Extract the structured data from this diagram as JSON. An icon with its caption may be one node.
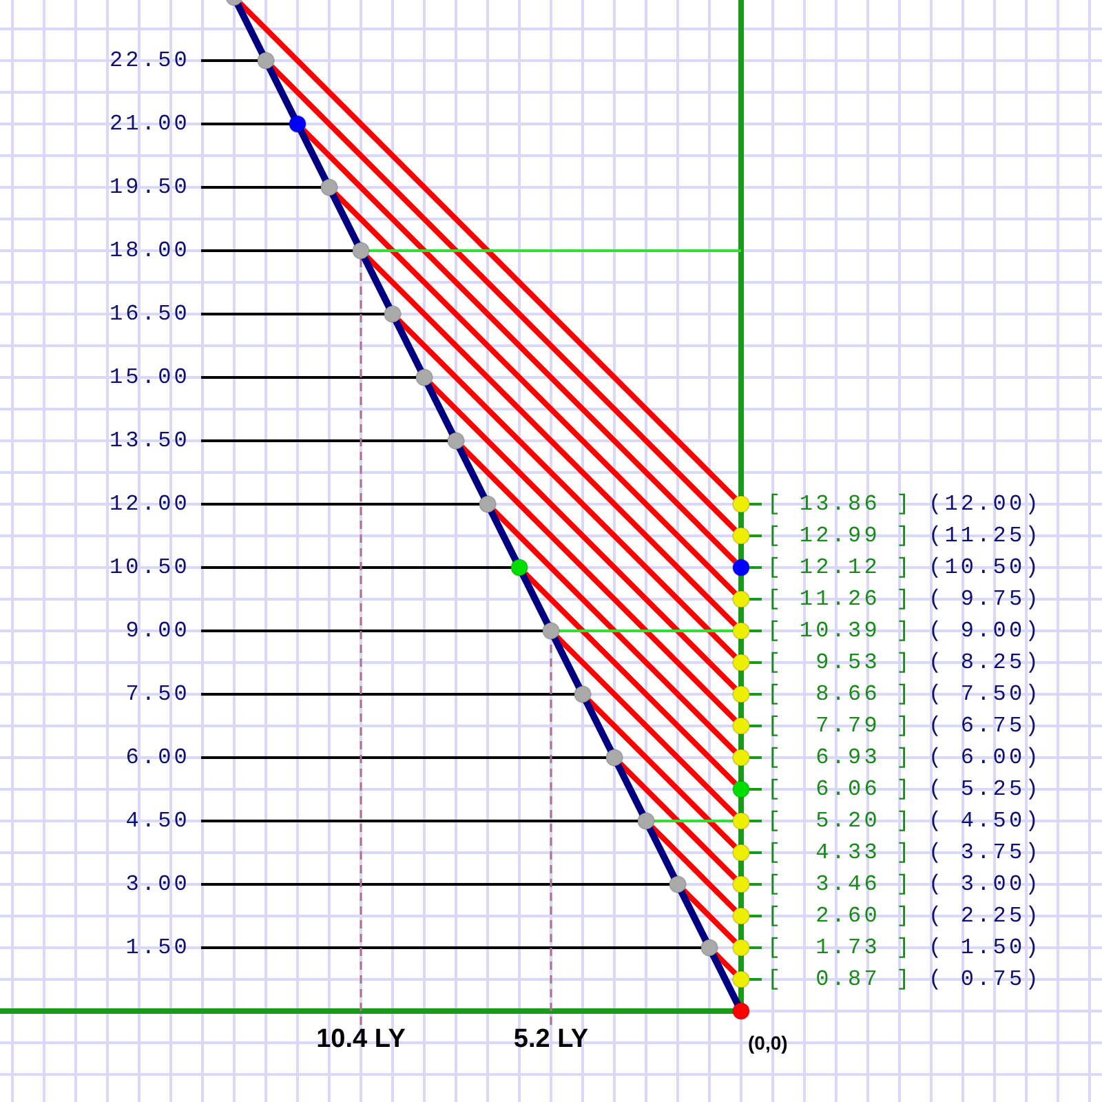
{
  "diagram": {
    "nodes": [
      {
        "text": [],
        "shape": "circle"
      },
      {
        "text": [],
        "shape": "circle"
      },
      {
        "text": [],
        "shape": "circle"
      },
      {
        "text": [],
        "shape": "circle"
      },
      {
        "text": [],
        "shape": "circle"
      },
      {
        "text": [],
        "shape": "circle"
      },
      {
        "text": [],
        "shape": "circle"
      },
      {
        "text": [],
        "shape": "circle"
      },
      {
        "text": [],
        "shape": "circle"
      },
      {
        "text": [],
        "shape": "circle"
      },
      {
        "text": [],
        "shape": "circle"
      },
      {
        "text": [],
        "shape": "circle"
      },
      {
        "text": [],
        "shape": "circle"
      },
      {
        "text": [],
        "shape": "circle"
      },
      {
        "text": [],
        "shape": "circle"
      },
      {
        "text": [],
        "shape": "circle"
      },
      {
        "text": [],
        "shape": "circle",
        "beside": [
          "[ 13.86 ]",
          "(12.00)"
        ]
      },
      {
        "text": [],
        "shape": "circle",
        "beside": [
          "[ 12.99 ]",
          "(11.25)"
        ]
      },
      {
        "text": [],
        "shape": "circle",
        "beside": [
          "[ 12.12 ]",
          "(10.50)"
        ]
      },
      {
        "text": [],
        "shape": "circle",
        "beside": [
          "[ 11.26 ]",
          "( 9.75)"
        ]
      },
      {
        "text": [],
        "shape": "circle",
        "beside": [
          "[ 10.39 ]",
          "( 9.00)"
        ]
      },
      {
        "text": [],
        "shape": "circle",
        "beside": [
          "[  9.53 ]",
          "( 8.25)"
        ]
      },
      {
        "text": [],
        "shape": "circle",
        "beside": [
          "[  8.66 ]",
          "( 7.50)"
        ]
      },
      {
        "text": [],
        "shape": "circle",
        "beside": [
          "[  7.79 ]",
          "( 6.75)"
        ]
      },
      {
        "text": [],
        "shape": "circle",
        "beside": [
          "[  6.93 ]",
          "( 6.00)"
        ]
      },
      {
        "text": [],
        "shape": "circle",
        "beside": [
          "[  6.06 ]",
          "( 5.25)"
        ]
      },
      {
        "text": [],
        "shape": "circle",
        "beside": [
          "[  5.20 ]",
          "( 4.50)"
        ]
      },
      {
        "text": [],
        "shape": "circle",
        "beside": [
          "[  4.33 ]",
          "( 3.75)"
        ]
      },
      {
        "text": [],
        "shape": "circle",
        "beside": [
          "[  3.46 ]",
          "( 3.00)"
        ]
      },
      {
        "text": [],
        "shape": "circle",
        "beside": [
          "[  2.60 ]",
          "( 2.25)"
        ]
      },
      {
        "text": [],
        "shape": "circle",
        "beside": [
          "[  1.73 ]",
          "( 1.50)"
        ]
      },
      {
        "text": [],
        "shape": "circle",
        "beside": [
          "[  0.87 ]",
          "( 0.75)"
        ]
      },
      {
        "text": [],
        "shape": "circle",
        "beside": [
          "(0,0)"
        ]
      },
      {
        "text": [
          "22.50"
        ]
      },
      {
        "text": [
          "21.00"
        ]
      },
      {
        "text": [
          "19.50"
        ]
      },
      {
        "text": [
          "18.00"
        ]
      },
      {
        "text": [
          "16.50"
        ]
      },
      {
        "text": [
          "15.00"
        ]
      },
      {
        "text": [
          "13.50"
        ]
      },
      {
        "text": [
          "12.00"
        ]
      },
      {
        "text": [
          "10.50"
        ]
      },
      {
        "text": [
          "9.00"
        ]
      },
      {
        "text": [
          "7.50"
        ]
      },
      {
        "text": [
          "6.00"
        ]
      },
      {
        "text": [
          "4.50"
        ]
      },
      {
        "text": [
          "3.00"
        ]
      },
      {
        "text": [
          "1.50"
        ]
      },
      {
        "text": [
          "10.4 LY"
        ]
      },
      {
        "text": [
          "5.2 LY"
        ]
      }
    ],
    "edges": [
      {
        "from": 0,
        "to": 16,
        "arrow": "none",
        "style": "thick"
      },
      {
        "from": 1,
        "to": 17,
        "arrow": "none",
        "style": "thick"
      },
      {
        "from": 2,
        "to": 18,
        "arrow": "none",
        "style": "thick"
      },
      {
        "from": 3,
        "to": 19,
        "arrow": "none",
        "style": "thick"
      },
      {
        "from": 4,
        "to": 20,
        "arrow": "none",
        "style": "thick"
      },
      {
        "from": 5,
        "to": 21,
        "arrow": "none",
        "style": "thick"
      },
      {
        "from": 6,
        "to": 22,
        "arrow": "none",
        "style": "thick"
      },
      {
        "from": 7,
        "to": 23,
        "arrow": "none",
        "style": "thick"
      },
      {
        "from": 8,
        "to": 24,
        "arrow": "none",
        "style": "thick"
      },
      {
        "from": 9,
        "to": 25,
        "arrow": "none",
        "style": "thick"
      },
      {
        "from": 10,
        "to": 26,
        "arrow": "none",
        "style": "thick"
      },
      {
        "from": 11,
        "to": 27,
        "arrow": "none",
        "style": "thick"
      },
      {
        "from": 12,
        "to": 28,
        "arrow": "none",
        "style": "thick"
      },
      {
        "from": 13,
        "to": 29,
        "arrow": "none",
        "style": "thick"
      },
      {
        "from": 14,
        "to": 30,
        "arrow": "none",
        "style": "thick"
      },
      {
        "from": 15,
        "to": 31,
        "arrow": "none",
        "style": "thick"
      },
      {
        "from": 4,
        "to": null,
        "arrow": "none",
        "color": "#33dd33"
      },
      {
        "from": 10,
        "to": 20,
        "arrow": "none",
        "color": "#33dd33"
      },
      {
        "from": 13,
        "to": 26,
        "arrow": "none",
        "color": "#33dd33"
      },
      {
        "from": 33,
        "to": 1,
        "arrow": "none",
        "color": "#000000"
      },
      {
        "from": 34,
        "to": 2,
        "arrow": "none",
        "color": "#000000"
      },
      {
        "from": 35,
        "to": 3,
        "arrow": "none",
        "color": "#000000"
      },
      {
        "from": 36,
        "to": 4,
        "arrow": "none",
        "color": "#000000"
      },
      {
        "from": 37,
        "to": 5,
        "arrow": "none",
        "color": "#000000"
      },
      {
        "from": 38,
        "to": 6,
        "arrow": "none",
        "color": "#000000"
      },
      {
        "from": 39,
        "to": 7,
        "arrow": "none",
        "color": "#000000"
      },
      {
        "from": 40,
        "to": 8,
        "arrow": "none",
        "color": "#000000"
      },
      {
        "from": 41,
        "to": 9,
        "arrow": "none",
        "color": "#000000"
      },
      {
        "from": 42,
        "to": 10,
        "arrow": "none",
        "color": "#000000"
      },
      {
        "from": 43,
        "to": 11,
        "arrow": "none",
        "color": "#000000"
      },
      {
        "from": 44,
        "to": 12,
        "arrow": "none",
        "color": "#000000"
      },
      {
        "from": 45,
        "to": 13,
        "arrow": "none",
        "color": "#000000"
      },
      {
        "from": 46,
        "to": 14,
        "arrow": "none",
        "color": "#000000"
      },
      {
        "from": 47,
        "to": 15,
        "arrow": "none",
        "color": "#000000"
      },
      {
        "from": 48,
        "to": 4,
        "arrow": "none",
        "style": "dashed",
        "color": "#b07090"
      },
      {
        "from": 49,
        "to": 10,
        "arrow": "none",
        "style": "dashed",
        "color": "#b07090"
      }
    ]
  }
}
